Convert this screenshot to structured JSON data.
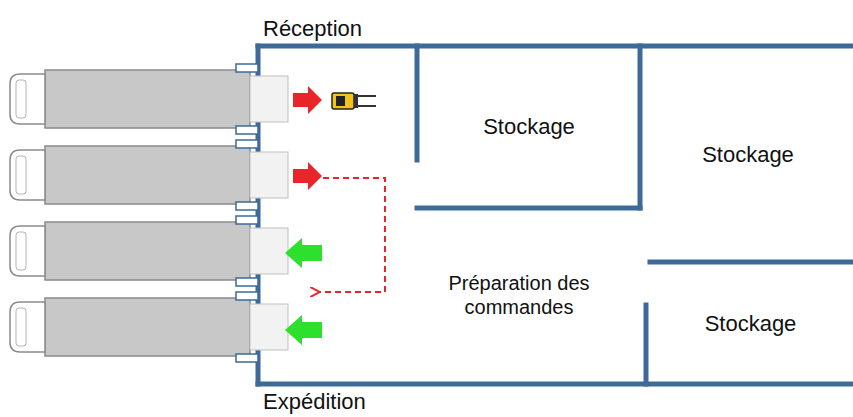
{
  "diagram": {
    "nodes": [
      {
        "text": [
          "Stockage"
        ]
      },
      {
        "text": [
          "Stockage"
        ]
      },
      {
        "text": [
          "Préparation des commandes"
        ]
      },
      {
        "text": [
          "Stockage"
        ]
      }
    ],
    "labels": [
      "Réception",
      "Expédition"
    ]
  }
}
